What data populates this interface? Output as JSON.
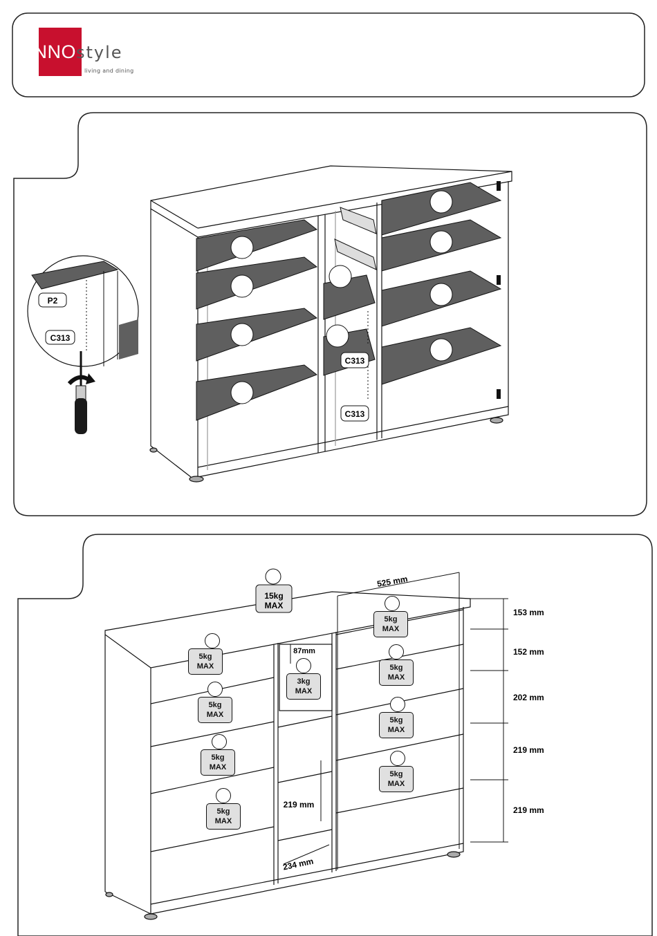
{
  "logo": {
    "brand_part1": "iNNO",
    "brand_part2": "style",
    "tagline": "living and dining",
    "brand_color": "#c8102e"
  },
  "step_assembly": {
    "detail_labels": [
      "P2",
      "C313"
    ],
    "part_labels": [
      "C313",
      "C313"
    ]
  },
  "step_load": {
    "top_load": "15kg\nMAX",
    "left_column_loads": [
      "5kg MAX",
      "5kg MAX",
      "5kg MAX",
      "5kg MAX"
    ],
    "middle_load": "3kg MAX",
    "right_column_loads": [
      "5kg MAX",
      "5kg MAX",
      "5kg MAX",
      "5kg MAX"
    ],
    "dimensions": {
      "depth": "525 mm",
      "drawer_height": "87mm",
      "middle_shelf_gap": "219 mm",
      "middle_width": "234 mm",
      "right_heights": [
        "153 mm",
        "152 mm",
        "202 mm",
        "219 mm",
        "219 mm"
      ]
    }
  },
  "colors": {
    "line": "#111111",
    "shelf_grey": "#5f5f5f",
    "panel_border": "#222222"
  }
}
